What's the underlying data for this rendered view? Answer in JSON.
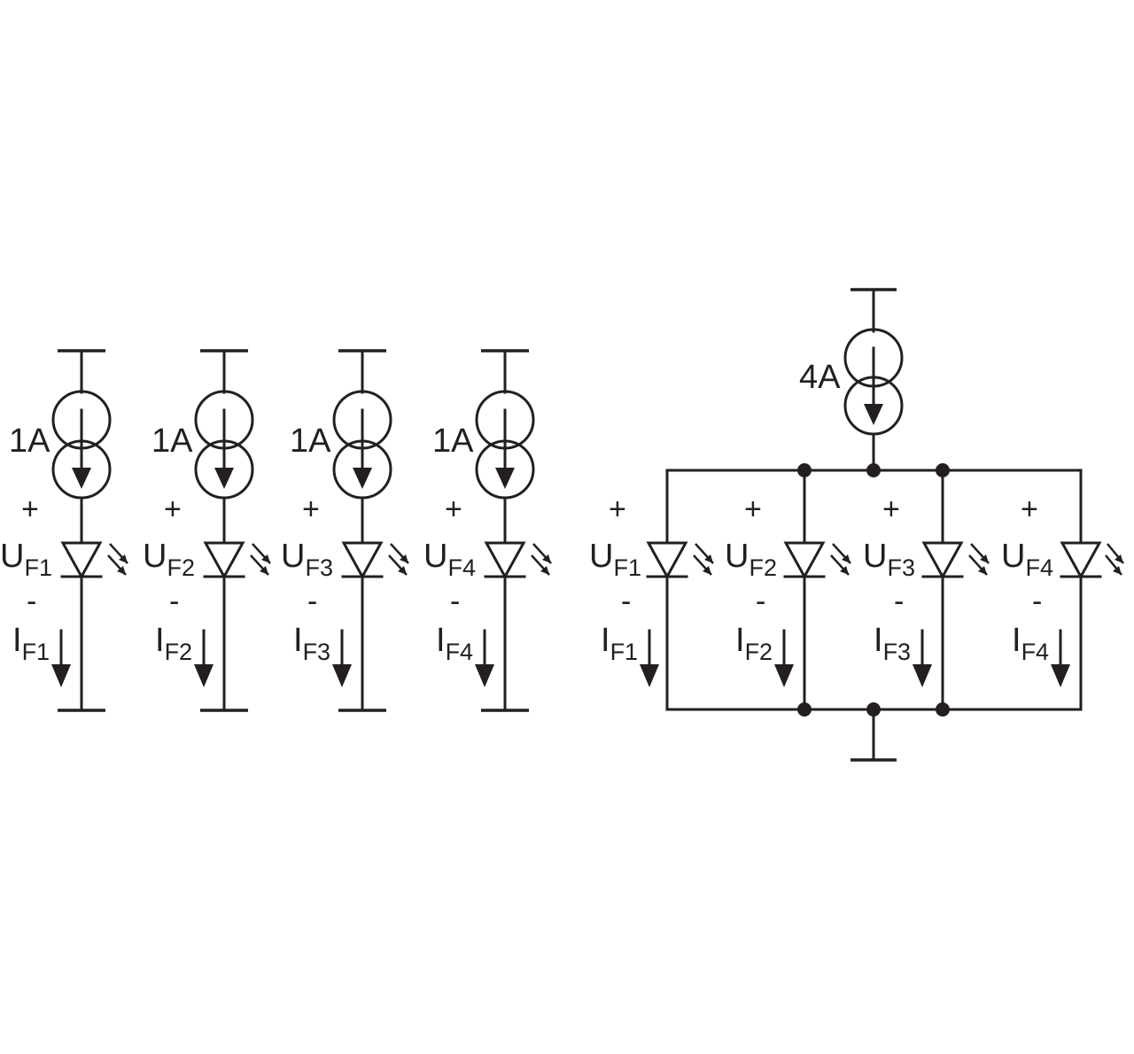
{
  "colors": {
    "ink": "#231f20",
    "background": "#ffffff"
  },
  "separate_circuits": [
    {
      "source_label": "1A",
      "plus": "+",
      "minus": "-",
      "voltage": "U",
      "voltage_sub": "F1",
      "current": "I",
      "current_sub": "F1"
    },
    {
      "source_label": "1A",
      "plus": "+",
      "minus": "-",
      "voltage": "U",
      "voltage_sub": "F2",
      "current": "I",
      "current_sub": "F2"
    },
    {
      "source_label": "1A",
      "plus": "+",
      "minus": "-",
      "voltage": "U",
      "voltage_sub": "F3",
      "current": "I",
      "current_sub": "F3"
    },
    {
      "source_label": "1A",
      "plus": "+",
      "minus": "-",
      "voltage": "U",
      "voltage_sub": "F4",
      "current": "I",
      "current_sub": "F4"
    }
  ],
  "parallel_circuit": {
    "source_label": "4A",
    "branches": [
      {
        "plus": "+",
        "minus": "-",
        "voltage": "U",
        "voltage_sub": "F1",
        "current": "I",
        "current_sub": "F1"
      },
      {
        "plus": "+",
        "minus": "-",
        "voltage": "U",
        "voltage_sub": "F2",
        "current": "I",
        "current_sub": "F2"
      },
      {
        "plus": "+",
        "minus": "-",
        "voltage": "U",
        "voltage_sub": "F3",
        "current": "I",
        "current_sub": "F3"
      },
      {
        "plus": "+",
        "minus": "-",
        "voltage": "U",
        "voltage_sub": "F4",
        "current": "I",
        "current_sub": "F4"
      }
    ]
  }
}
